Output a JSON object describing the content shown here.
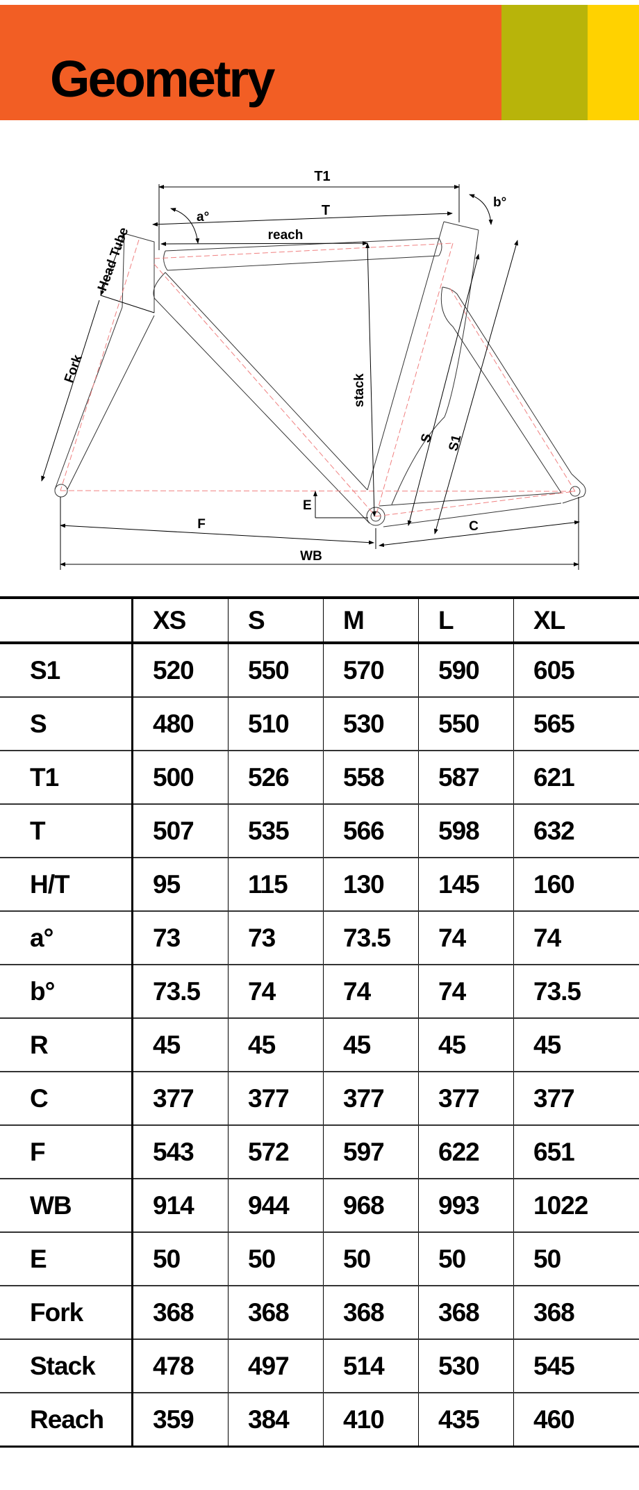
{
  "title": "Geometry",
  "colors": {
    "orange": "#f25e24",
    "olive": "#b8b40a",
    "yellow": "#ffd200"
  },
  "diagram": {
    "labels": {
      "t1": "T1",
      "t": "T",
      "reach": "reach",
      "a": "a°",
      "b": "b°",
      "head_tube": "Head Tube",
      "fork": "Fork",
      "stack": "stack",
      "s": "S",
      "s1": "S1",
      "e": "E",
      "f": "F",
      "c": "C",
      "wb": "WB"
    }
  },
  "table": {
    "headers": [
      "XS",
      "S",
      "M",
      "L",
      "XL"
    ],
    "rows": [
      {
        "label": "S1",
        "values": [
          "520",
          "550",
          "570",
          "590",
          "605"
        ]
      },
      {
        "label": "S",
        "values": [
          "480",
          "510",
          "530",
          "550",
          "565"
        ]
      },
      {
        "label": "T1",
        "values": [
          "500",
          "526",
          "558",
          "587",
          "621"
        ]
      },
      {
        "label": "T",
        "values": [
          "507",
          "535",
          "566",
          "598",
          "632"
        ]
      },
      {
        "label": "H/T",
        "values": [
          "95",
          "115",
          "130",
          "145",
          "160"
        ]
      },
      {
        "label": "a°",
        "values": [
          "73",
          "73",
          "73.5",
          "74",
          "74"
        ]
      },
      {
        "label": "b°",
        "values": [
          "73.5",
          "74",
          "74",
          "74",
          "73.5"
        ]
      },
      {
        "label": "R",
        "values": [
          "45",
          "45",
          "45",
          "45",
          "45"
        ]
      },
      {
        "label": "C",
        "values": [
          "377",
          "377",
          "377",
          "377",
          "377"
        ]
      },
      {
        "label": "F",
        "values": [
          "543",
          "572",
          "597",
          "622",
          "651"
        ]
      },
      {
        "label": "WB",
        "values": [
          "914",
          "944",
          "968",
          "993",
          "1022"
        ]
      },
      {
        "label": "E",
        "values": [
          "50",
          "50",
          "50",
          "50",
          "50"
        ]
      },
      {
        "label": "Fork",
        "values": [
          "368",
          "368",
          "368",
          "368",
          "368"
        ]
      },
      {
        "label": "Stack",
        "values": [
          "478",
          "497",
          "514",
          "530",
          "545"
        ]
      },
      {
        "label": "Reach",
        "values": [
          "359",
          "384",
          "410",
          "435",
          "460"
        ]
      }
    ]
  }
}
